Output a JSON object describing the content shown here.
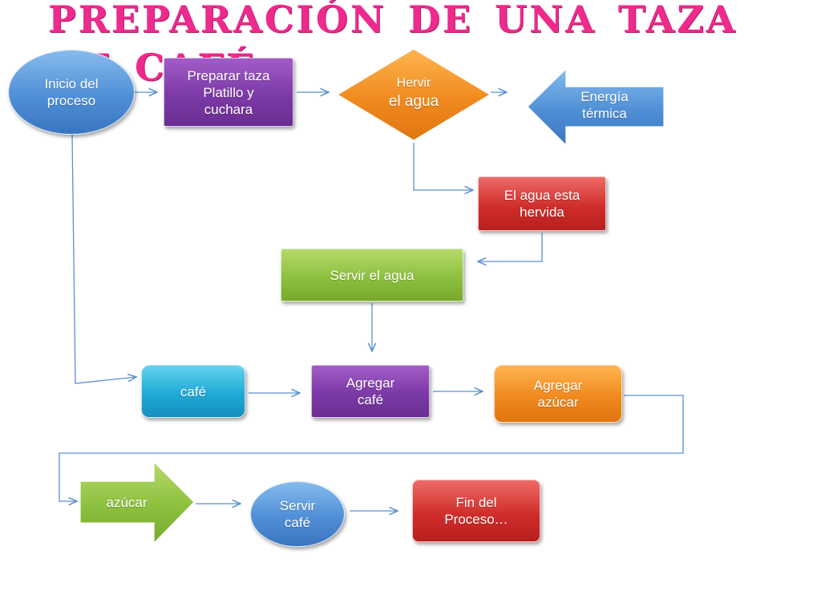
{
  "title": "Preparación de una taza de café",
  "nodes": {
    "inicio": "Inicio del proceso",
    "preparar_taza_line1": "Preparar taza",
    "preparar_taza_line2": "Platillo y",
    "preparar_taza_line3": "cuchara",
    "hervir_line1": "Hervir",
    "hervir_line2": "el agua",
    "energia_line1": "Energía",
    "energia_line2": "térmica",
    "agua_hervida_line1": "El agua esta",
    "agua_hervida_line2": "hervida",
    "servir_agua": "Servir el agua",
    "cafe": "café",
    "agregar_cafe_line1": "Agregar",
    "agregar_cafe_line2": "café",
    "agregar_azucar_line1": "Agregar",
    "agregar_azucar_line2": "azúcar",
    "azucar": "azúcar",
    "servir_cafe_line1": "Servir",
    "servir_cafe_line2": "café",
    "fin_line1": "Fin del",
    "fin_line2": "Proceso…"
  },
  "colors": {
    "title": "#ee2a8c",
    "connector": "#5b8fd0",
    "purple": "#7c3aa6",
    "blue": "#4f8fd6",
    "red": "#cf2e2b",
    "green": "#8dc03f",
    "cyan": "#1fa9d6",
    "orange": "#f08a1e"
  }
}
